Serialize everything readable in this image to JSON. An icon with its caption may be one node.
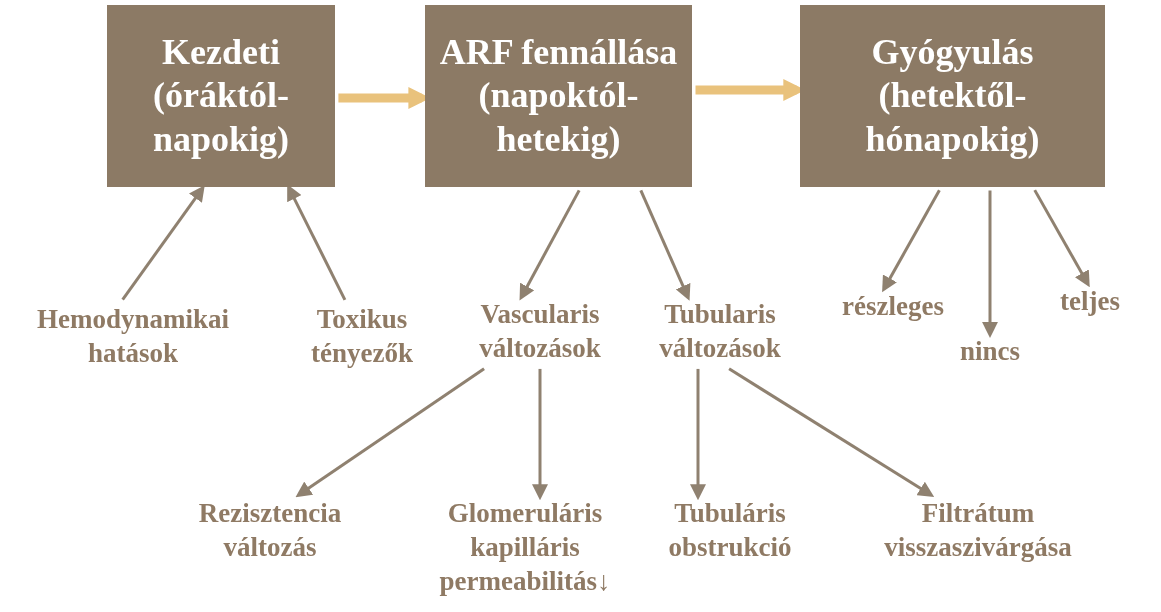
{
  "diagram": {
    "nodes": [
      {
        "text": [
          "Kezdeti",
          "(óráktól-napokig)"
        ]
      },
      {
        "text": [
          "ARF fennállása",
          "(napoktól-hetekig)"
        ]
      },
      {
        "text": [
          "Gyógyulás",
          "(hetektől-hónapokig)"
        ]
      },
      {
        "text": [
          "Hemodynamikai hatások"
        ]
      },
      {
        "text": [
          "Toxikus tényezők"
        ]
      },
      {
        "text": [
          "Vascularis változások"
        ]
      },
      {
        "text": [
          "Tubularis változások"
        ]
      },
      {
        "text": [
          "részleges"
        ]
      },
      {
        "text": [
          "nincs"
        ]
      },
      {
        "text": [
          "teljes"
        ]
      },
      {
        "text": [
          "Rezisztencia változás"
        ]
      },
      {
        "text": [
          "Glomeruláris kapilláris permeabilitás↓"
        ]
      },
      {
        "text": [
          "Tubuláris obstrukció"
        ]
      },
      {
        "text": [
          "Filtrátum visszaszivárgása"
        ]
      }
    ],
    "edges": [
      {
        "from": 0,
        "to": 1,
        "arrow": "to",
        "style": "thick",
        "color": "#e9c27c"
      },
      {
        "from": 1,
        "to": 2,
        "arrow": "to",
        "style": "thick",
        "color": "#e9c27c"
      },
      {
        "from": 3,
        "to": 0,
        "arrow": "to"
      },
      {
        "from": 4,
        "to": 0,
        "arrow": "to"
      },
      {
        "from": 1,
        "to": 5,
        "arrow": "to"
      },
      {
        "from": 1,
        "to": 6,
        "arrow": "to"
      },
      {
        "from": 2,
        "to": 7,
        "arrow": "to"
      },
      {
        "from": 2,
        "to": 8,
        "arrow": "to"
      },
      {
        "from": 2,
        "to": 9,
        "arrow": "to"
      },
      {
        "from": 5,
        "to": 10,
        "arrow": "to"
      },
      {
        "from": 5,
        "to": 11,
        "arrow": "to"
      },
      {
        "from": 6,
        "to": 12,
        "arrow": "to"
      },
      {
        "from": 6,
        "to": 13,
        "arrow": "to"
      }
    ]
  }
}
